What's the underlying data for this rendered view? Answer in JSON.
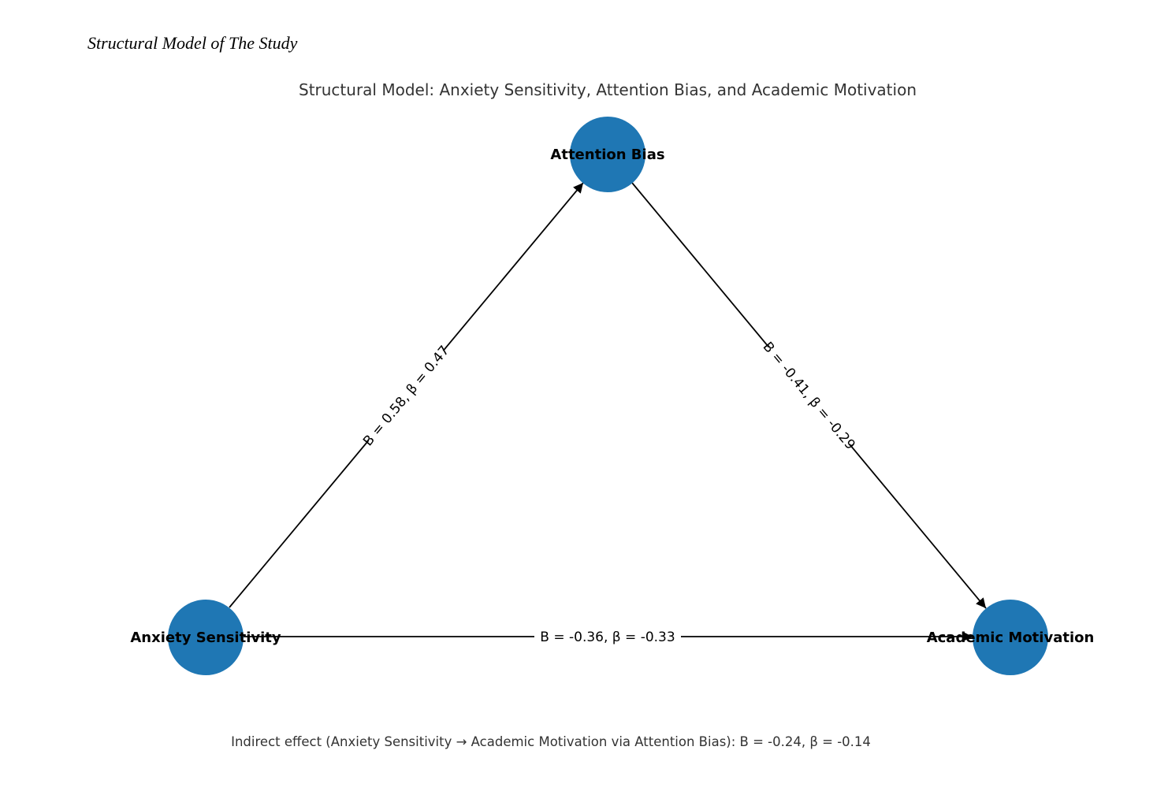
{
  "caption": "Structural Model of The Study",
  "title": "Structural Model: Anxiety Sensitivity, Attention Bias, and Academic Motivation",
  "nodes": {
    "attention": "Attention Bias",
    "anxiety": "Anxiety Sensitivity",
    "motivation": "Academic Motivation"
  },
  "edges": {
    "anxiety_to_attention": "B = 0.58, β = 0.47",
    "attention_to_motivation": "B = -0.41, β = -0.29",
    "anxiety_to_motivation": "B = -0.36, β = -0.33"
  },
  "footer": "Indirect effect (Anxiety Sensitivity → Academic Motivation via Attention Bias): B = -0.24, β = -0.14",
  "colors": {
    "node_fill": "#1f77b4",
    "edge": "#000000",
    "title_text": "#333333"
  }
}
